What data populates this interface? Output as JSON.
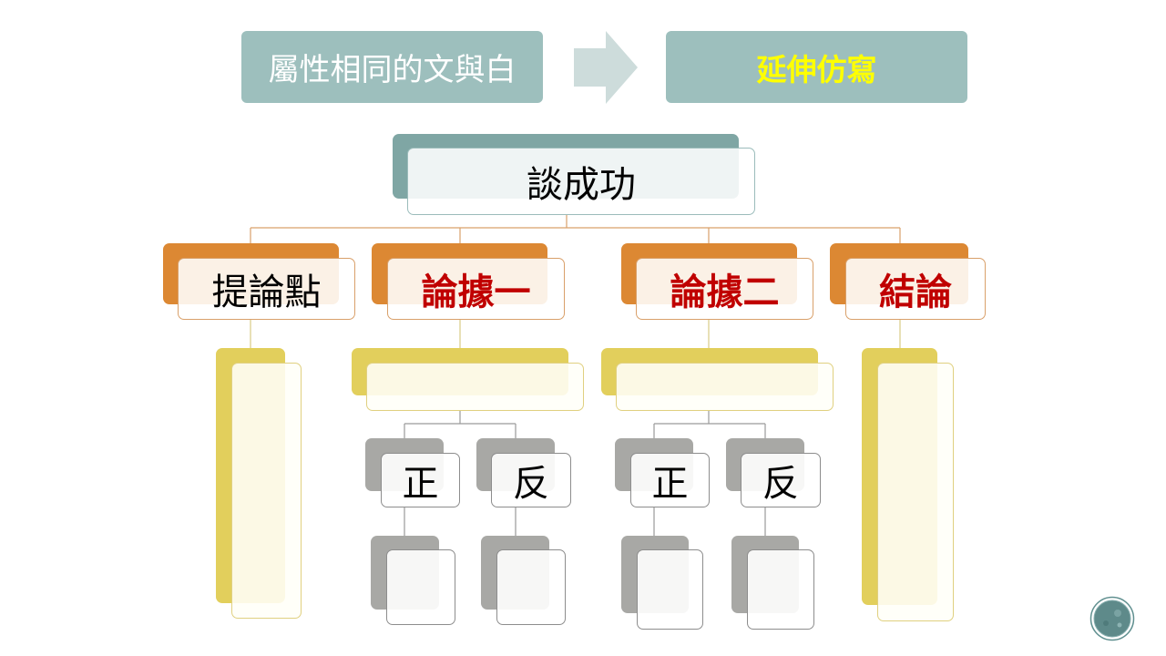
{
  "header": {
    "left_label": "屬性相同的文與白",
    "right_label": "延伸仿寫"
  },
  "diagram": {
    "root": "談成功",
    "branches": [
      {
        "label": "提論點"
      },
      {
        "label": "論據一",
        "children": [
          "正",
          "反"
        ]
      },
      {
        "label": "論據二",
        "children": [
          "正",
          "反"
        ]
      },
      {
        "label": "結論"
      }
    ]
  },
  "colors": {
    "header_bg": "#9dbfbd",
    "right_label_text": "#ffff00",
    "root_shadow": "#7fa6a4",
    "branch_shadow": "#dc8833",
    "argument_text": "#c00000",
    "yellow_shadow": "#e2cf5c",
    "gray_shadow": "#a8a8a5"
  },
  "icons": {
    "next_arrow": "arrow-right-icon",
    "corner_logo": "circle-logo-icon"
  }
}
